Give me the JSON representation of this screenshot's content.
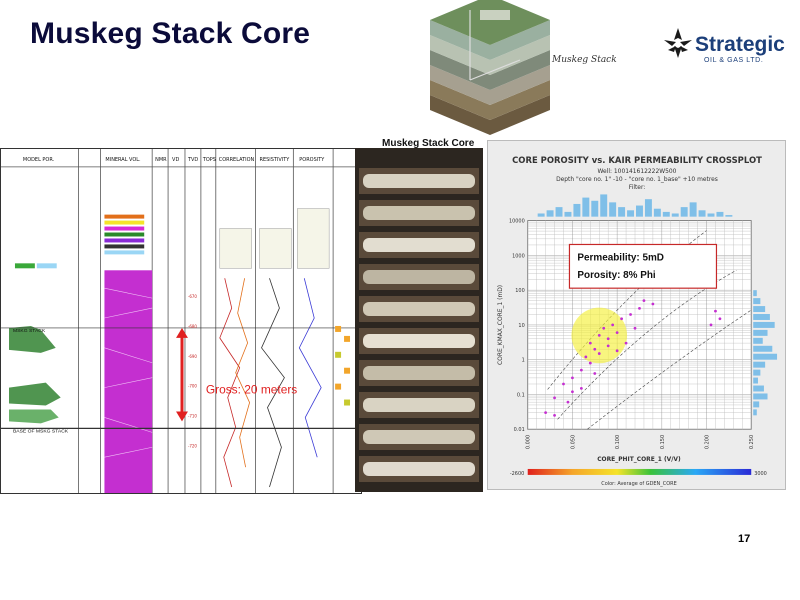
{
  "title": "Muskeg Stack Core",
  "logo": {
    "name": "Strategic",
    "sub": "OIL & GAS LTD."
  },
  "block_diagram_label": "Muskeg Stack",
  "core_photos_title": "Muskeg Stack Core",
  "gross_annotation": "Gross: 20 meters",
  "well_log": {
    "track_headers": [
      "MODEL POR.",
      "MINERAL VOL.",
      "NMR",
      "VD",
      "TVD",
      "TOPS",
      "CORRELATION",
      "RESISTIVITY",
      "POROSITY"
    ],
    "markers": [
      "MSKG STACK",
      "BASE OF MSKG STACK"
    ],
    "depths": [
      "-670",
      "-680",
      "-690",
      "-700",
      "-710",
      "-720"
    ]
  },
  "crossplot": {
    "title": "CORE POROSITY vs. KAIR PERMEABILITY CROSSPLOT",
    "well_line": "Well: 100141612222W500",
    "depth_line": "Depth \"core no. 1\" -10 - \"core no. 1_base\" +10 metres",
    "filter_line": "Filter:",
    "callout_line1": "Permeability: 5mD",
    "callout_line2": "Porosity: 8% Phi",
    "xlabel": "CORE_PHIT_CORE_1 (V/V)",
    "ylabel": "CORE_KMAX_CORE_1 (mD)",
    "y_ticks": [
      "10000",
      "1000",
      "100",
      "10",
      "1",
      "0.1",
      "0.01"
    ],
    "x_ticks": [
      "0.000",
      "0.050",
      "0.100",
      "0.150",
      "0.200",
      "0.250"
    ],
    "colorbar_min": "-2600",
    "colorbar_max": "3000",
    "colorbar_label": "Color: Average of GDEN_CORE"
  },
  "page_number": "17",
  "chart_data": {
    "type": "scatter",
    "title": "CORE POROSITY vs. KAIR PERMEABILITY CROSSPLOT",
    "xlabel": "CORE_PHIT_CORE_1 (V/V)",
    "ylabel": "CORE_KMAX_CORE_1 (mD)",
    "xlim": [
      0,
      0.25
    ],
    "ylim": [
      0.01,
      10000
    ],
    "yscale": "log",
    "grid": true,
    "points": [
      [
        0.02,
        0.03
      ],
      [
        0.03,
        0.08
      ],
      [
        0.04,
        0.2
      ],
      [
        0.05,
        0.3
      ],
      [
        0.045,
        0.06
      ],
      [
        0.06,
        0.5
      ],
      [
        0.065,
        1.2
      ],
      [
        0.07,
        3
      ],
      [
        0.075,
        2
      ],
      [
        0.08,
        5
      ],
      [
        0.085,
        8
      ],
      [
        0.09,
        4
      ],
      [
        0.095,
        10
      ],
      [
        0.1,
        6
      ],
      [
        0.105,
        15
      ],
      [
        0.11,
        3
      ],
      [
        0.115,
        20
      ],
      [
        0.12,
        8
      ],
      [
        0.125,
        30
      ],
      [
        0.07,
        0.8
      ],
      [
        0.08,
        1.5
      ],
      [
        0.09,
        2.5
      ],
      [
        0.1,
        1.8
      ],
      [
        0.13,
        50
      ],
      [
        0.14,
        40
      ],
      [
        0.06,
        0.15
      ],
      [
        0.05,
        0.12
      ],
      [
        0.075,
        0.4
      ],
      [
        0.21,
        25
      ],
      [
        0.215,
        15
      ],
      [
        0.205,
        10
      ],
      [
        0.03,
        0.025
      ]
    ],
    "highlight": {
      "x": 0.08,
      "y": 5
    }
  }
}
